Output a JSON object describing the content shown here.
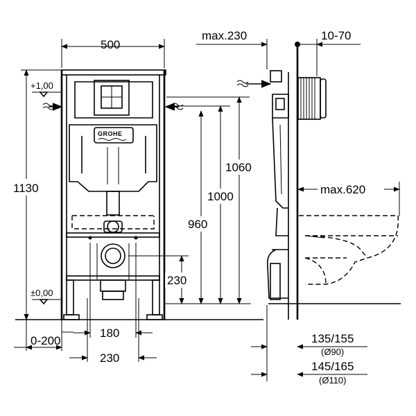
{
  "brand": {
    "logo_text": "GROHE"
  },
  "front_view": {
    "width_label": "500",
    "total_height_label": "1130",
    "level_top_label": "+1,00",
    "level_floor_label": "±0,00",
    "height_1060_label": "1060",
    "height_1000_label": "1000",
    "height_960_label": "960",
    "height_230_label": "230",
    "foot_offset_label": "0-200",
    "bolt_spacing_label": "180",
    "outer_spacing_label": "230"
  },
  "side_view": {
    "depth_max_label": "max.230",
    "wall_range_label": "10-70",
    "bowl_projection_label": "max.620",
    "drain_small_label": "135/155",
    "drain_small_sub": "(Ø90)",
    "drain_large_label": "145/165",
    "drain_large_sub": "(Ø110)"
  }
}
